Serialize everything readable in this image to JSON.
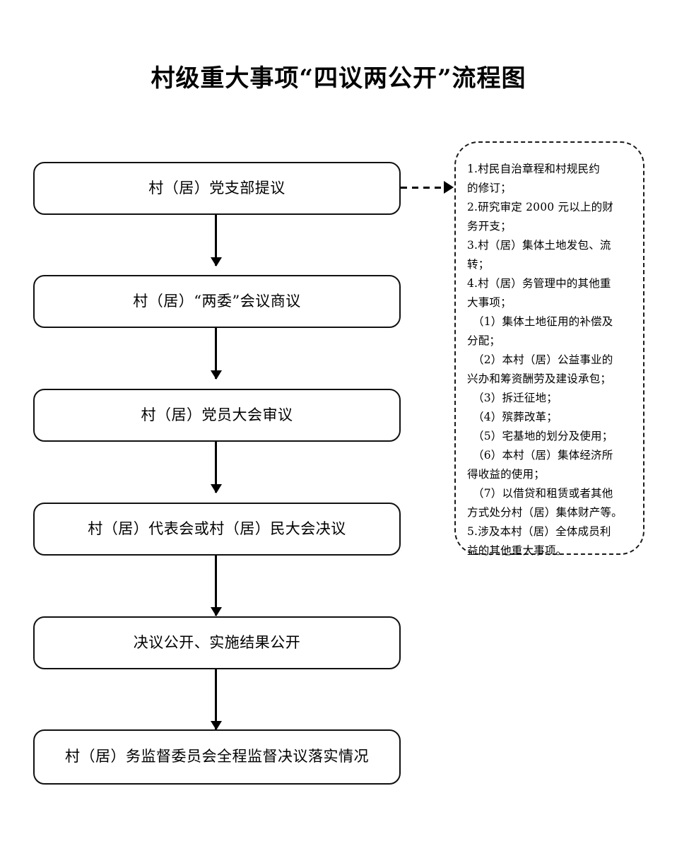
{
  "title": "村级重大事项“四议两公开”流程图",
  "flow": {
    "steps": [
      {
        "id": "step-1",
        "label": "村（居）党支部提议"
      },
      {
        "id": "step-2",
        "label": "村（居）“两委”会议商议"
      },
      {
        "id": "step-3",
        "label": "村（居）党员大会审议"
      },
      {
        "id": "step-4",
        "label": "村（居）代表会或村（居）民大会决议"
      },
      {
        "id": "step-5",
        "label": "决议公开、实施结果公开"
      },
      {
        "id": "step-6",
        "label": "村（居）务监督委员会全程监督决议落实情况"
      }
    ],
    "connector_icon": "down-arrow-icon",
    "branch_connector_icon": "dashed-right-arrow-icon"
  },
  "side_panel": {
    "title": "",
    "lines": [
      "1.村民自治章程和村规民约",
      "的修订；",
      "2.研究审定 2000 元以上的财",
      "务开支；",
      "3.村（居）集体土地发包、流",
      "转；",
      "4.村（居）务管理中的其他重",
      "大事项；",
      "（1）集体土地征用的补偿及",
      "分配；",
      "（2）本村（居）公益事业的",
      "兴办和筹资酬劳及建设承包；",
      "（3）拆迁征地；",
      "（4）殡葬改革；",
      "（5）宅基地的划分及使用；",
      "（6）本村（居）集体经济所",
      "得收益的使用；",
      "（7）以借贷和租赁或者其他",
      "方式处分村（居）集体财产等。",
      "5.涉及本村（居）全体成员利",
      "益的其他重大事项。"
    ],
    "indented": [
      false,
      false,
      false,
      false,
      false,
      false,
      false,
      false,
      true,
      false,
      true,
      false,
      true,
      true,
      true,
      true,
      false,
      true,
      false,
      false,
      false
    ]
  },
  "colors": {
    "stroke": "#111111",
    "text": "#000000",
    "background": "#ffffff"
  }
}
